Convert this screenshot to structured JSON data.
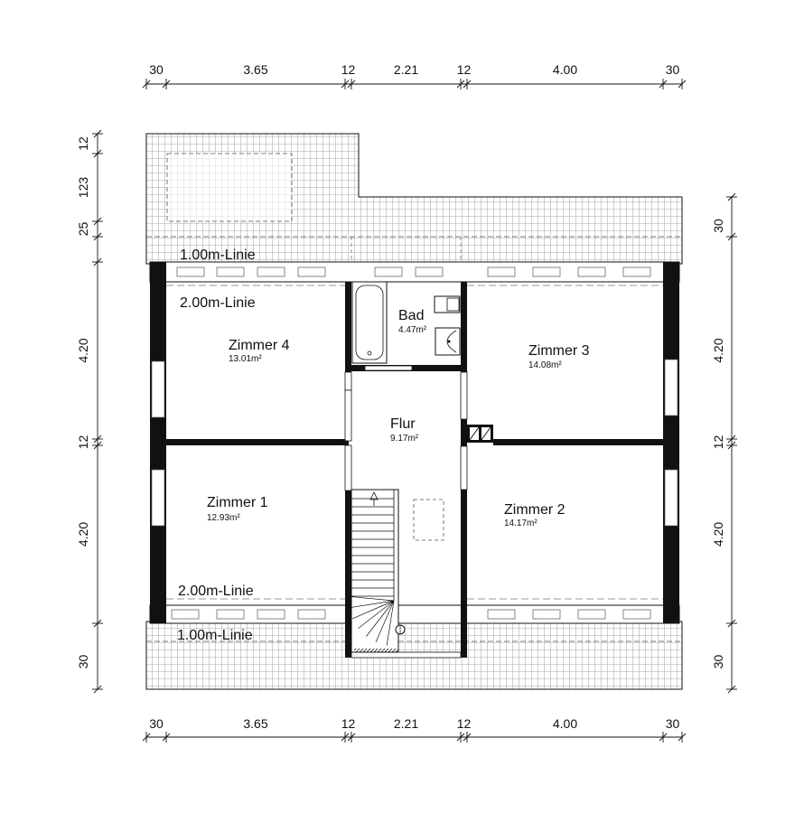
{
  "dims": {
    "top": [
      "30",
      "3.65",
      "12",
      "2.21",
      "12",
      "4.00",
      "30"
    ],
    "bottom": [
      "30",
      "3.65",
      "12",
      "2.21",
      "12",
      "4.00",
      "30"
    ],
    "left": [
      "12",
      "123",
      "25",
      "4.20",
      "12",
      "4.20",
      "30"
    ],
    "right": [
      "30",
      "4.20",
      "12",
      "4.20",
      "30"
    ]
  },
  "rooms": {
    "zimmer4": {
      "name": "Zimmer 4",
      "area": "13.01m²"
    },
    "bad": {
      "name": "Bad",
      "area": "4.47m²"
    },
    "zimmer3": {
      "name": "Zimmer 3",
      "area": "14.08m²"
    },
    "flur": {
      "name": "Flur",
      "area": "9.17m²"
    },
    "zimmer1": {
      "name": "Zimmer 1",
      "area": "12.93m²"
    },
    "zimmer2": {
      "name": "Zimmer 2",
      "area": "14.17m²"
    }
  },
  "lines": {
    "top_100": "1.00m-Linie",
    "top_200": "2.00m-Linie",
    "bottom_200": "2.00m-Linie",
    "bottom_100": "1.00m-Linie"
  }
}
